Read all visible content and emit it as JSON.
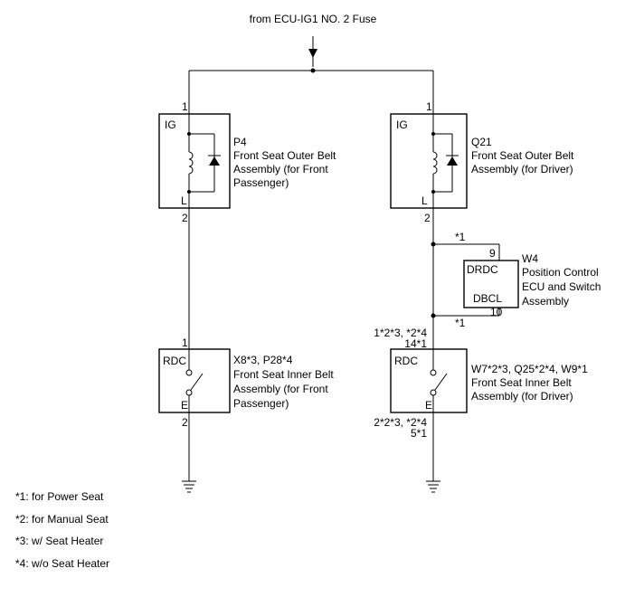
{
  "source": "from ECU-IG1 NO. 2 Fuse",
  "left_upper": {
    "pin_top": "1",
    "pin_bottom": "2",
    "terminal_top": "IG",
    "terminal_bottom": "L",
    "code": "P4",
    "name_lines": [
      "Front Seat Outer Belt",
      "Assembly (for Front",
      "Passenger)"
    ]
  },
  "right_upper": {
    "pin_top": "1",
    "pin_bottom": "2",
    "terminal_top": "IG",
    "terminal_bottom": "L",
    "code": "Q21",
    "name_lines": [
      "Front Seat Outer Belt",
      "Assembly (for Driver)"
    ]
  },
  "ecu": {
    "code": "W4",
    "name_lines": [
      "Position Control",
      "ECU and Switch",
      "Assembly"
    ],
    "terminal_top": "DRDC",
    "terminal_bottom": "DBCL",
    "pin_top": "9",
    "pin_bottom": "10",
    "note_top": "*1",
    "note_bottom": "*1"
  },
  "left_lower": {
    "pin_top": "1",
    "pin_bottom": "2",
    "terminal_top": "RDC",
    "terminal_bottom": "E",
    "code": "X8*3, P28*4",
    "name_lines": [
      "Front Seat Inner Belt",
      "Assembly (for Front",
      "Passenger)"
    ]
  },
  "right_lower": {
    "pin_top_lines": [
      "1*2*3, *2*4",
      "14*1"
    ],
    "pin_bottom_lines": [
      "2*2*3, *2*4",
      "5*1"
    ],
    "terminal_top": "RDC",
    "terminal_bottom": "E",
    "code": "W7*2*3, Q25*2*4, W9*1",
    "name_lines": [
      "Front Seat Inner Belt",
      "Assembly (for Driver)"
    ]
  },
  "notes": [
    "*1: for Power Seat",
    "*2: for Manual Seat",
    "*3: w/ Seat Heater",
    "*4: w/o Seat Heater"
  ]
}
